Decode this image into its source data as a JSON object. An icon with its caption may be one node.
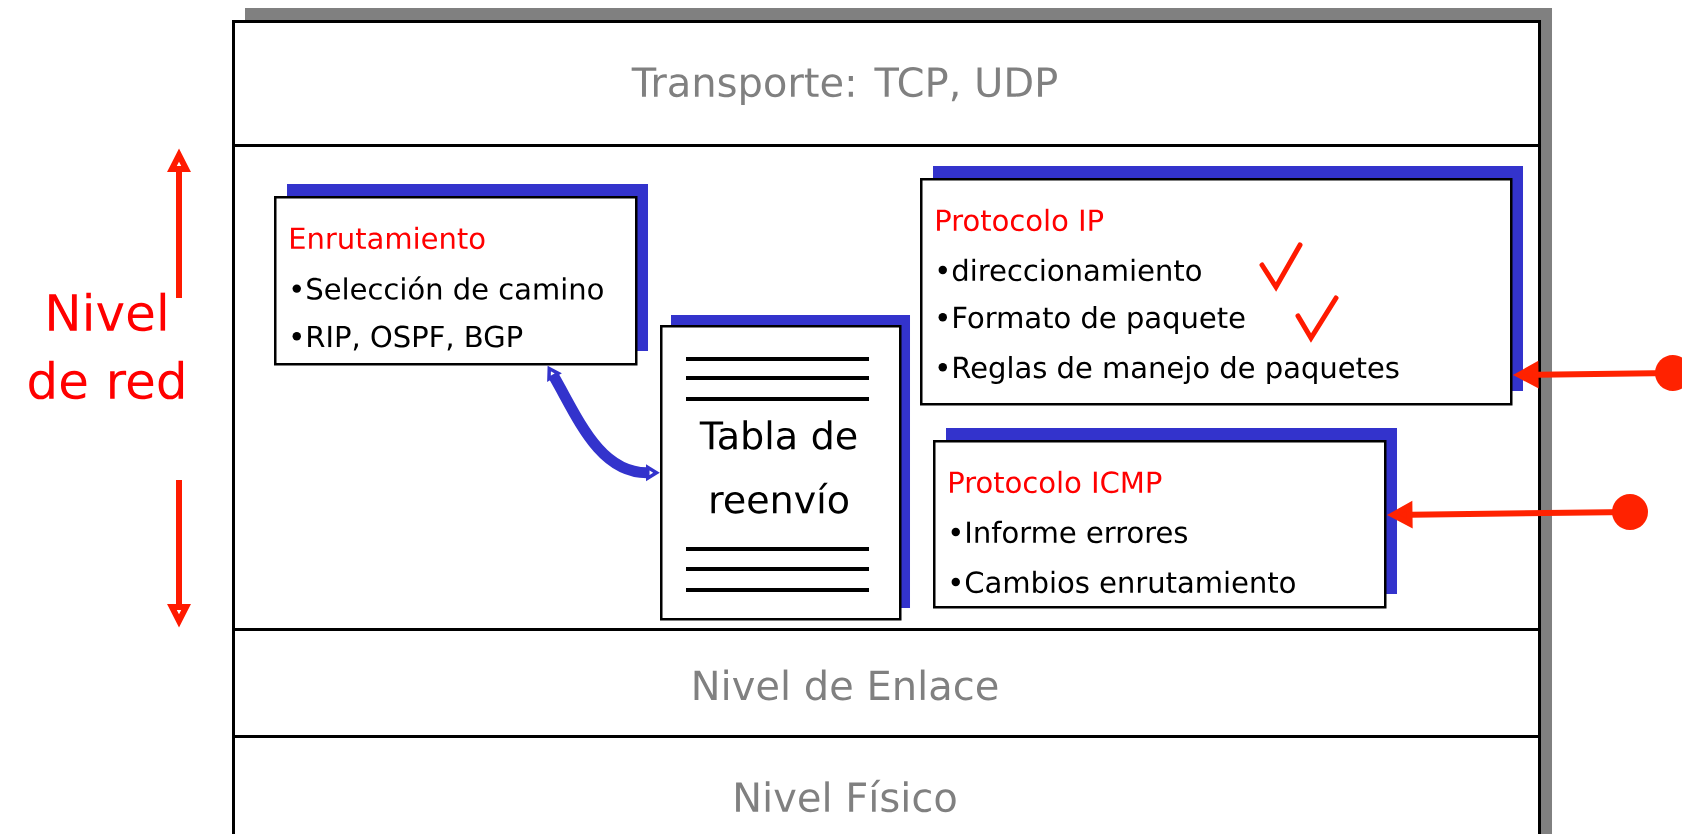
{
  "diagram": {
    "nodes": [
      {
        "text": [
          "Transporte: TCP, UDP"
        ]
      },
      {
        "text": [
          "Nivel de red"
        ]
      },
      {
        "text": [
          "Enrutamiento",
          "•Selección de camino",
          "•RIP, OSPF, BGP"
        ],
        "in": 1
      },
      {
        "text": [
          "Tabla de reenvío"
        ],
        "in": 1
      },
      {
        "text": [
          "Protocolo IP",
          "•direccionamiento",
          "•Formato de paquete",
          "•Reglas de manejo de paquetes"
        ],
        "in": 1
      },
      {
        "text": [
          "Protocolo ICMP",
          "•Informe errores",
          "•Cambios enrutamiento"
        ],
        "in": 1
      },
      {
        "text": [
          "Nivel de Enlace"
        ]
      },
      {
        "text": [
          "Nivel Físico"
        ]
      }
    ],
    "edges": [
      {
        "from": 2,
        "to": 3,
        "arrow": "both",
        "style": "thick",
        "color": "#3333cc"
      },
      {
        "from": null,
        "to": 4,
        "arrow": "to",
        "color": "#ff2200"
      },
      {
        "from": null,
        "to": 5,
        "arrow": "to",
        "color": "#ff2200"
      }
    ]
  }
}
